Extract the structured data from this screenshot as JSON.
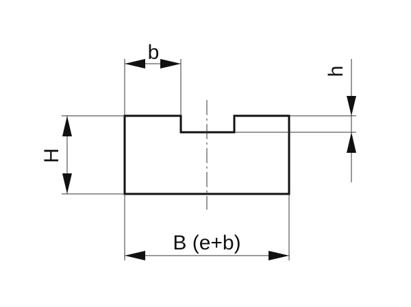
{
  "labels": {
    "b": "b",
    "H": "H",
    "h": "h",
    "B": "B (e+b)"
  },
  "colors": {
    "line": "#111111",
    "thin": "#333333"
  }
}
